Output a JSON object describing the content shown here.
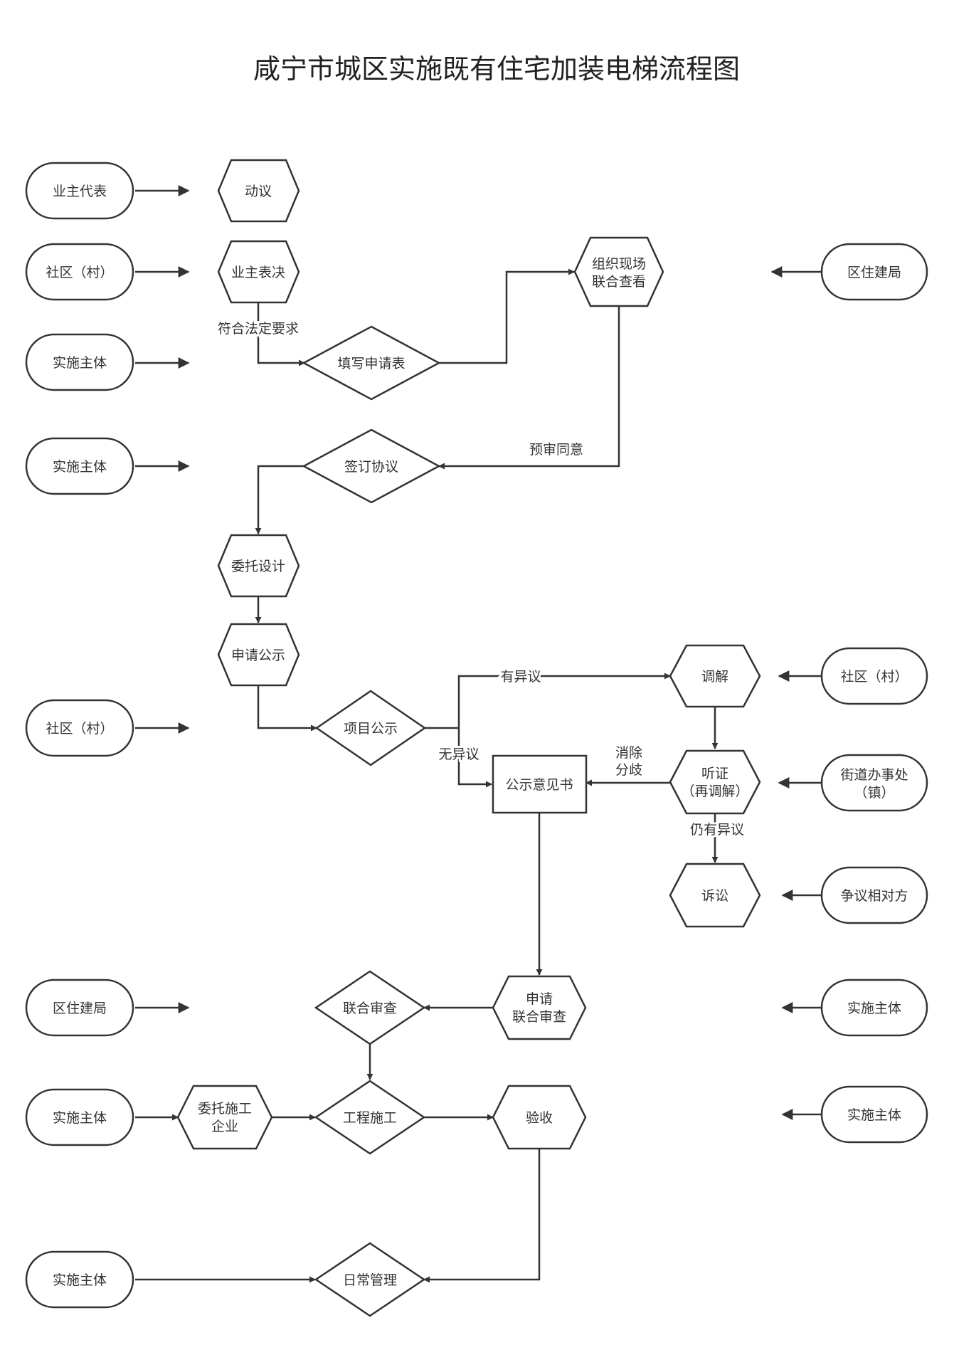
{
  "title": "咸宁市城区实施既有住宅加装电梯流程图",
  "actors": {
    "owner_rep": "业主代表",
    "community_1": "社区（村）",
    "impl_1": "实施主体",
    "impl_2": "实施主体",
    "community_2": "社区（村）",
    "district_bureau_left": "区住建局",
    "impl_construction": "实施主体",
    "impl_daily": "实施主体",
    "district_bureau_right": "区住建局",
    "community_right": "社区（村）",
    "street_office": [
      "街道办事处",
      "（镇）"
    ],
    "dispute_party": "争议相对方",
    "impl_right_1": "实施主体",
    "impl_right_2": "实施主体"
  },
  "steps": {
    "motion": "动议",
    "owner_vote": "业主表决",
    "fill_form": "填写申请表",
    "site_check": [
      "组织现场",
      "联合查看"
    ],
    "sign_agreement": "签订协议",
    "commission_design": "委托设计",
    "apply_publicity": "申请公示",
    "project_publicity": "项目公示",
    "mediation": "调解",
    "hearing": [
      "听证",
      "（再调解）"
    ],
    "opinion_letter": "公示意见书",
    "litigation": "诉讼",
    "apply_joint_review": [
      "申请",
      "联合审查"
    ],
    "joint_review": "联合审查",
    "commission_builder": [
      "委托施工",
      "企业"
    ],
    "construction": "工程施工",
    "acceptance": "验收",
    "daily_management": "日常管理"
  },
  "edge_labels": {
    "meets_requirements": "符合法定要求",
    "pre_approved": "预审同意",
    "has_objection": "有异议",
    "no_objection": "无异议",
    "resolve_disagreement": [
      "消除",
      "分歧"
    ],
    "still_objection": "仍有异议"
  }
}
